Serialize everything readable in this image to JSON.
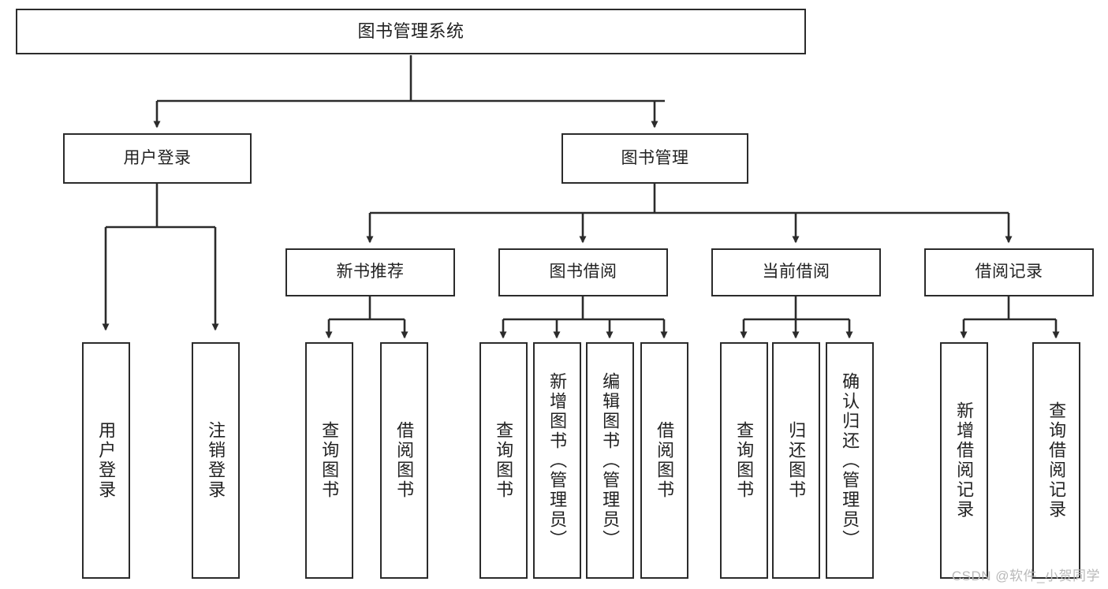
{
  "diagram": {
    "title": "图书管理系统",
    "watermark": "CSDN @软件_小贺同学",
    "line_color": "#2b2b2b",
    "text_color": "#222222",
    "background": "#ffffff",
    "root": {
      "label": "图书管理系统"
    },
    "level2": [
      {
        "label": "用户登录"
      },
      {
        "label": "图书管理"
      }
    ],
    "level3": [
      {
        "label": "新书推荐"
      },
      {
        "label": "图书借阅"
      },
      {
        "label": "当前借阅"
      },
      {
        "label": "借阅记录"
      }
    ],
    "leaves": {
      "user_login": [
        {
          "label": "用户登录"
        },
        {
          "label": "注销登录"
        }
      ],
      "new_book": [
        {
          "label": "查询图书"
        },
        {
          "label": "借阅图书"
        }
      ],
      "book_borrow": [
        {
          "label": "查询图书"
        },
        {
          "label": "新增图书（管理员）"
        },
        {
          "label": "编辑图书（管理员）"
        },
        {
          "label": "借阅图书"
        }
      ],
      "current_borrow": [
        {
          "label": "查询图书"
        },
        {
          "label": "归还图书"
        },
        {
          "label": "确认归还（管理员）"
        }
      ],
      "borrow_record": [
        {
          "label": "新增借阅记录"
        },
        {
          "label": "查询借阅记录"
        }
      ]
    }
  }
}
